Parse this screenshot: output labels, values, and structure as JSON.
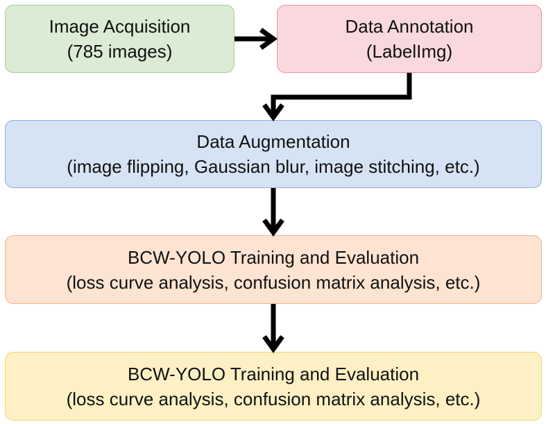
{
  "boxes": {
    "acquisition": {
      "line1": "Image Acquisition",
      "line2": "(785 images)"
    },
    "annotation": {
      "line1": "Data Annotation",
      "line2": "(LabelImg)"
    },
    "augmentation": {
      "line1": "Data Augmentation",
      "line2": "(image flipping, Gaussian blur, image stitching, etc.)"
    },
    "training": {
      "line1": "BCW-YOLO Training and Evaluation",
      "line2": "(loss curve analysis, confusion matrix analysis, etc.)"
    },
    "evaluation": {
      "line1": "BCW-YOLO Training and Evaluation",
      "line2": "(loss curve analysis, confusion matrix analysis, etc.)"
    }
  },
  "colors": {
    "acquisition_fill": "#dcebd4",
    "annotation_fill": "#f9d8de",
    "augmentation_fill": "#d6e3f4",
    "training_fill": "#fce3d2",
    "evaluation_fill": "#fdf0c4",
    "arrow": "#000000"
  }
}
